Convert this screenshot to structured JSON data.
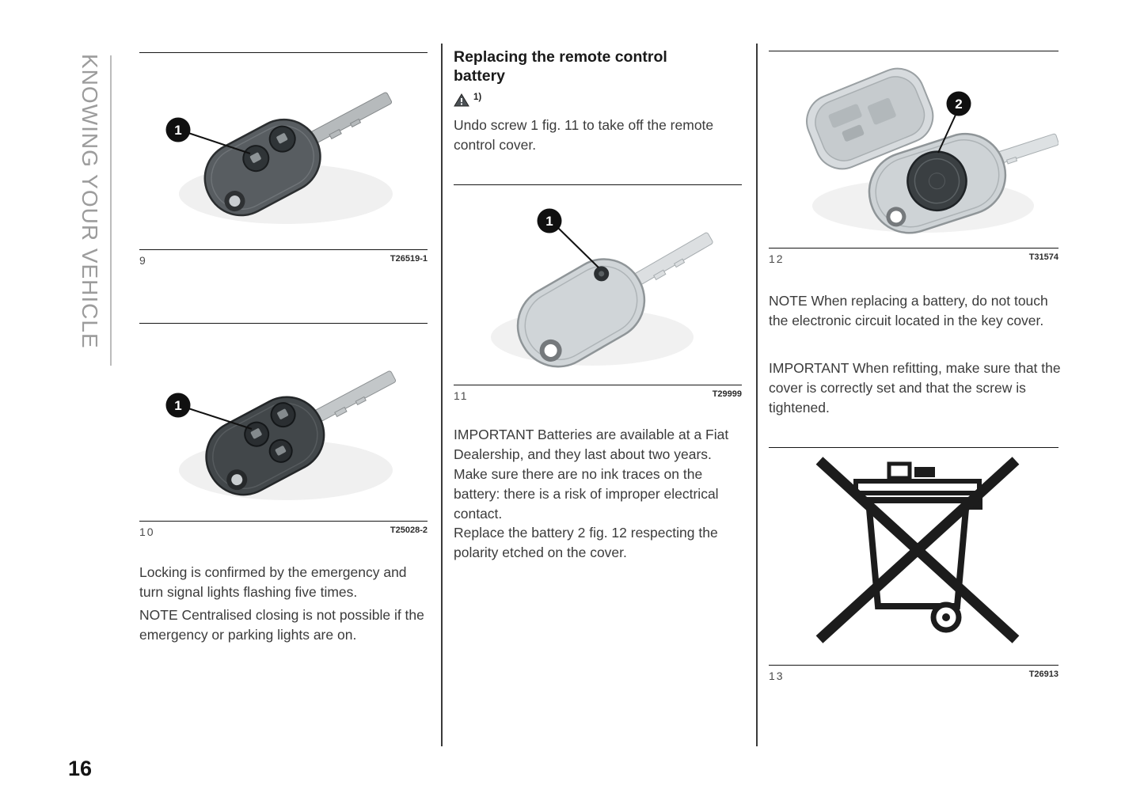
{
  "page": {
    "number": "16",
    "sidebar_title": "KNOWING YOUR VEHICLE"
  },
  "figures": {
    "fig9": {
      "num": "9",
      "code": "T26519-1",
      "callout": "1"
    },
    "fig10": {
      "num": "10",
      "code": "T25028-2",
      "callout": "1"
    },
    "fig11": {
      "num": "11",
      "code": "T29999",
      "callout": "1"
    },
    "fig12": {
      "num": "12",
      "code": "T31574",
      "callout": "2"
    },
    "fig13": {
      "num": "13",
      "code": "T26913"
    }
  },
  "col1": {
    "para1": "Locking is confirmed by the emergency and turn signal lights flashing five times.",
    "para2": "NOTE Centralised closing is not possible if the emergency or parking lights are on."
  },
  "col2": {
    "heading": "Replacing the remote control battery",
    "warning_ref": "1)",
    "para1": "Undo screw 1 fig. 11 to take off the remote control cover.",
    "para2": "IMPORTANT Batteries are available at a Fiat Dealership, and they last about two years. Make sure there are no ink traces on the battery: there is a risk of improper electrical contact.",
    "para3": "Replace the battery 2 fig. 12 respecting the polarity etched on the cover."
  },
  "col3": {
    "para1": "NOTE When replacing a battery, do not touch the electronic circuit located in the key cover.",
    "para2": "IMPORTANT When refitting, make sure that the cover is correctly set and that the screw is tightened."
  }
}
